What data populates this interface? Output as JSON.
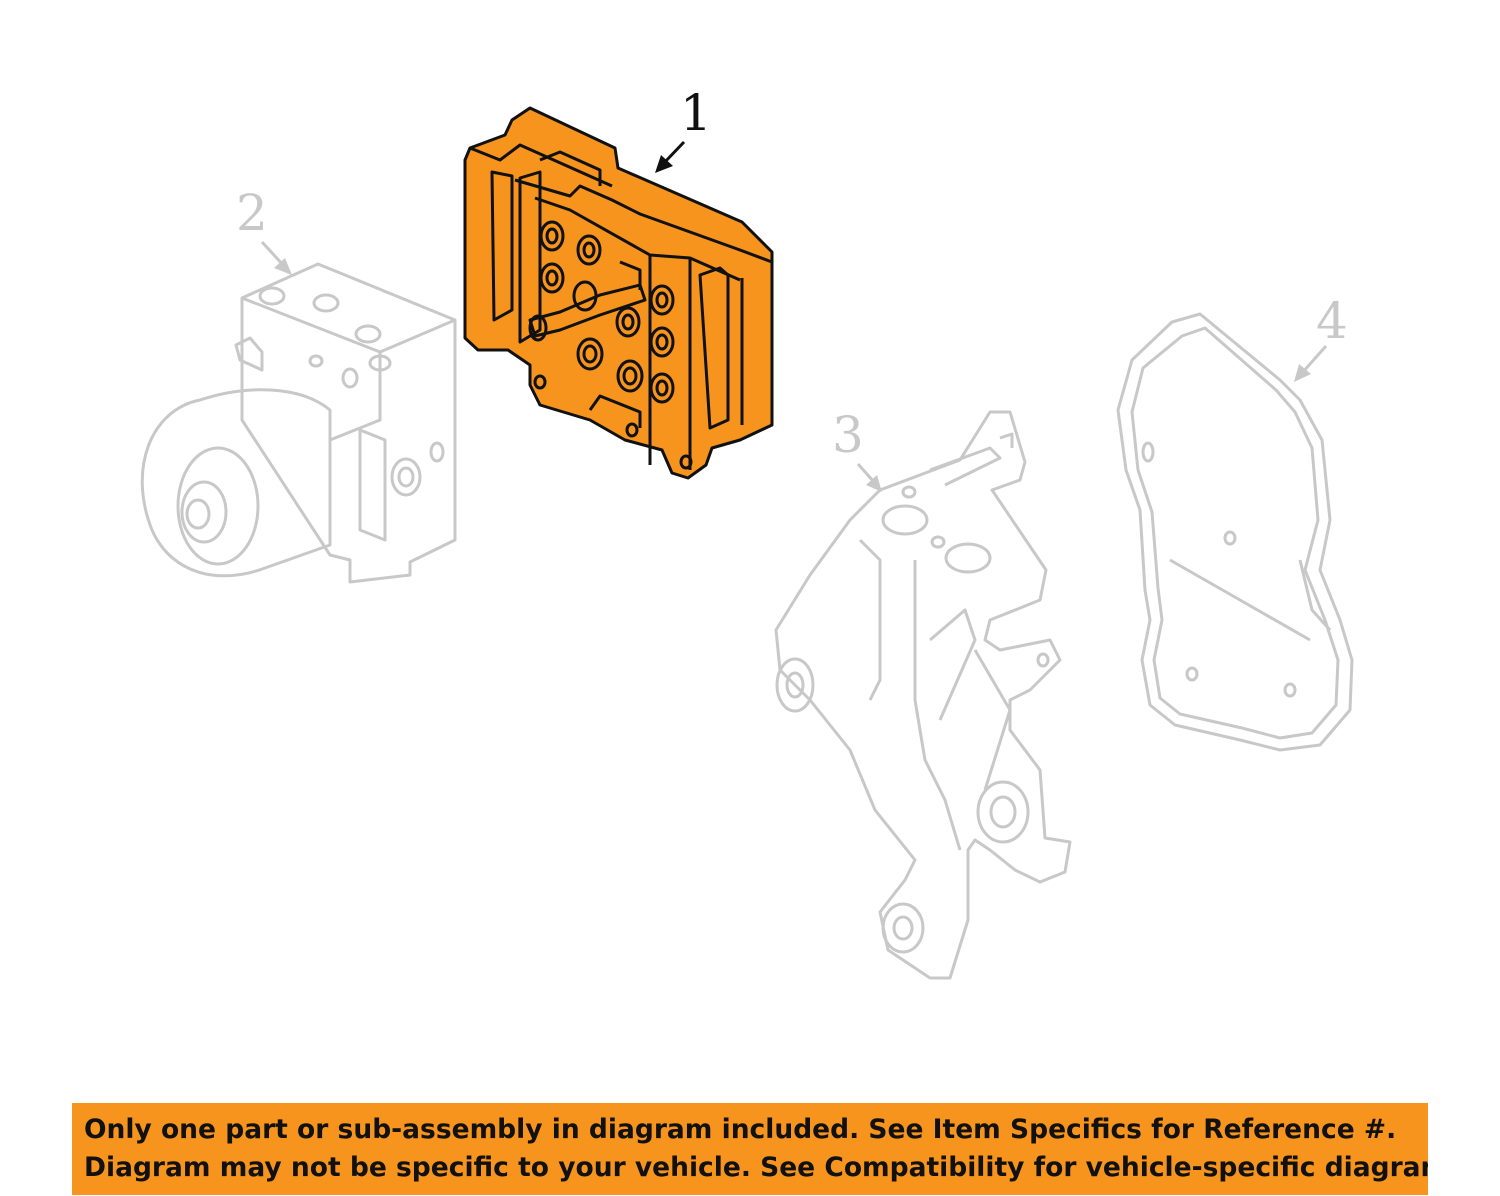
{
  "colors": {
    "highlight_fill": "#F7941D",
    "highlight_stroke": "#111111",
    "ghost_stroke": "#c8c8c8",
    "notice_background": "#F7941D",
    "notice_text": "#111111"
  },
  "callouts": [
    {
      "number": "1",
      "state": "highlighted"
    },
    {
      "number": "2",
      "state": "dimmed"
    },
    {
      "number": "3",
      "state": "dimmed"
    },
    {
      "number": "4",
      "state": "dimmed"
    }
  ],
  "notice": {
    "line1": "Only one part or sub-assembly in diagram included. See Item Specifics for Reference #.",
    "line2": "Diagram may not be specific to your vehicle. See Compatibility for vehicle-specific diagrams."
  }
}
